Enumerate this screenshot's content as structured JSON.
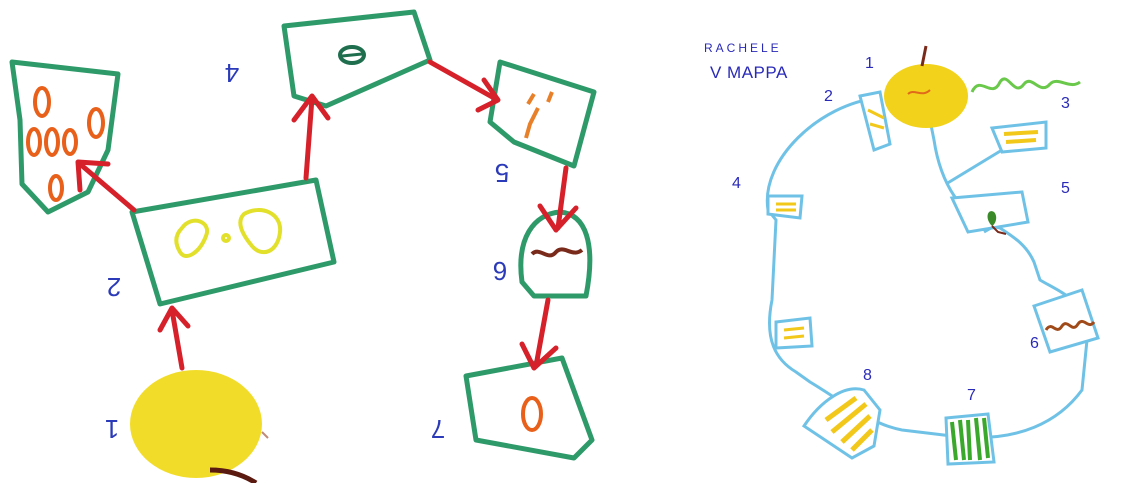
{
  "left_drawing": {
    "labels": {
      "l1": "1",
      "l2": "2",
      "l4": "4",
      "l5": "5",
      "l6": "6",
      "l7": "7"
    },
    "colors": {
      "box": "#2e9a6a",
      "arrow": "#d6202a",
      "sun": "#f2dc2a",
      "ink": "#3a3aa8"
    }
  },
  "right_drawing": {
    "title_top": "RACHELE",
    "title": "V MAPPA",
    "labels": {
      "n1": "1",
      "n2": "2",
      "n3": "3",
      "n4": "4",
      "n5": "5",
      "n6": "6",
      "n7": "7",
      "n8": "8"
    },
    "colors": {
      "path": "#6fc2e6",
      "sun": "#f2d21a",
      "ink": "#2a2ab8"
    }
  }
}
